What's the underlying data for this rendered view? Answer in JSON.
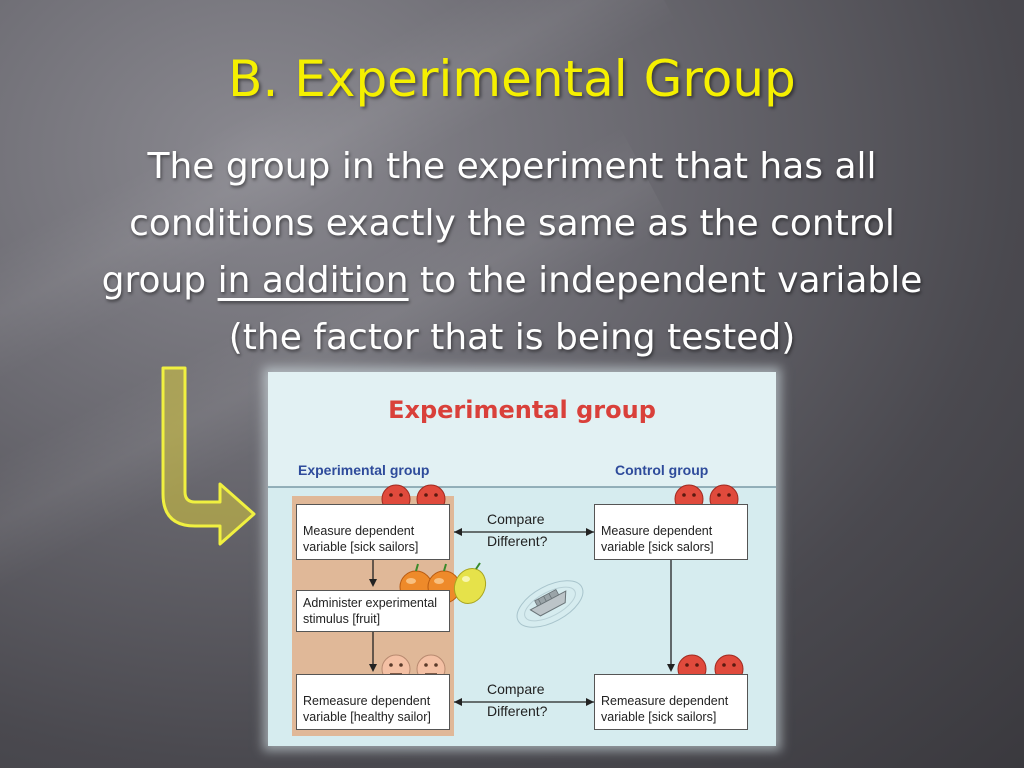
{
  "slide": {
    "title": "B. Experimental Group",
    "body_part1": "The group in the experiment that has all conditions exactly the same as the control group ",
    "body_underlined": "in addition",
    "body_part2": " to the independent variable (the factor that is being tested)"
  },
  "colors": {
    "title": "#f5f000",
    "arrow": "#e8e84a",
    "figure_title": "#d9403a",
    "column_labels": "#2e4b9b",
    "experimental_panel": "#e0b898"
  },
  "figure": {
    "title": "Experimental group",
    "experimental_label": "Experimental group",
    "control_label": "Control group",
    "exp_box1_line1": "Measure dependent",
    "exp_box1_line2": "variable [sick sailors]",
    "exp_box2_line1": "Administer experimental",
    "exp_box2_line2": "stimulus [fruit]",
    "exp_box3_line1": "Remeasure dependent",
    "exp_box3_line2": "variable [healthy sailor]",
    "ctrl_box1_line1": "Measure dependent",
    "ctrl_box1_line2": "variable [sick salors]",
    "ctrl_box2_line1": "Remeasure dependent",
    "ctrl_box2_line2": "variable [sick sailors]",
    "compare_top_line1": "Compare",
    "compare_top_line2": "Different?",
    "compare_bottom_line1": "Compare",
    "compare_bottom_line2": "Different?",
    "icons": [
      "sad-face-icon",
      "neutral-face-icon",
      "fruit-icon",
      "ship-icon",
      "arrow-icon"
    ]
  }
}
